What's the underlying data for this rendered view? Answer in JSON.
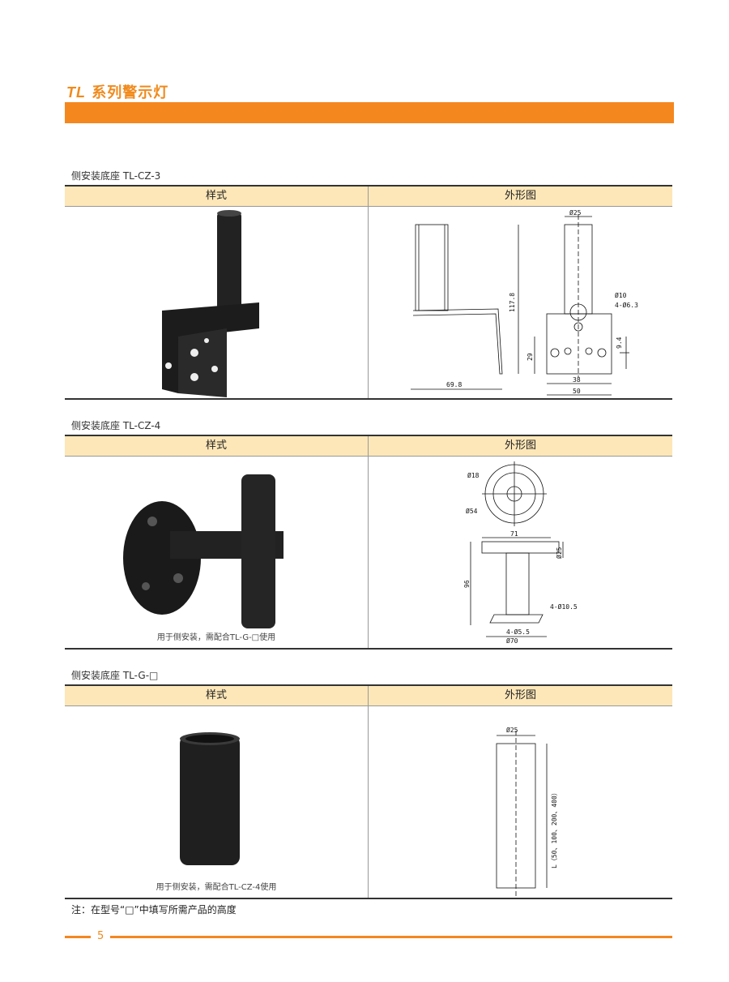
{
  "header": {
    "brand": "TL",
    "title": " 系列警示灯"
  },
  "sections": [
    {
      "caption": "侧安装底座  TL-CZ-3",
      "col_style": "样式",
      "col_outline": "外形图",
      "photo_note": "",
      "dims": {
        "d25": "Ø25",
        "d10": "Ø10",
        "holes": "4-Ø6.3",
        "h": "117.8",
        "w": "69.8",
        "h29": "29",
        "h94": "9.4",
        "w38": "38",
        "w50": "50"
      }
    },
    {
      "caption": "侧安装底座  TL-CZ-4",
      "col_style": "样式",
      "col_outline": "外形图",
      "photo_note": "用于侧安装，需配合TL-G-□使用",
      "dims": {
        "d18": "Ø18",
        "d54": "Ø54",
        "w71": "71",
        "d25": "Ø25",
        "h96": "96",
        "holes1": "4-Ø10.5",
        "holes2": "4-Ø5.5",
        "d70": "Ø70"
      }
    },
    {
      "caption": "侧安装底座  TL-G-□",
      "col_style": "样式",
      "col_outline": "外形图",
      "photo_note": "用于侧安装，需配合TL-CZ-4使用",
      "dims": {
        "d25": "Ø25",
        "len": "L（50、100、200、400）"
      }
    }
  ],
  "footnote": "注：在型号“□”中填写所需产品的高度",
  "page_number": "5",
  "colors": {
    "accent": "#f5871f",
    "header_fill": "#fde7b8"
  }
}
